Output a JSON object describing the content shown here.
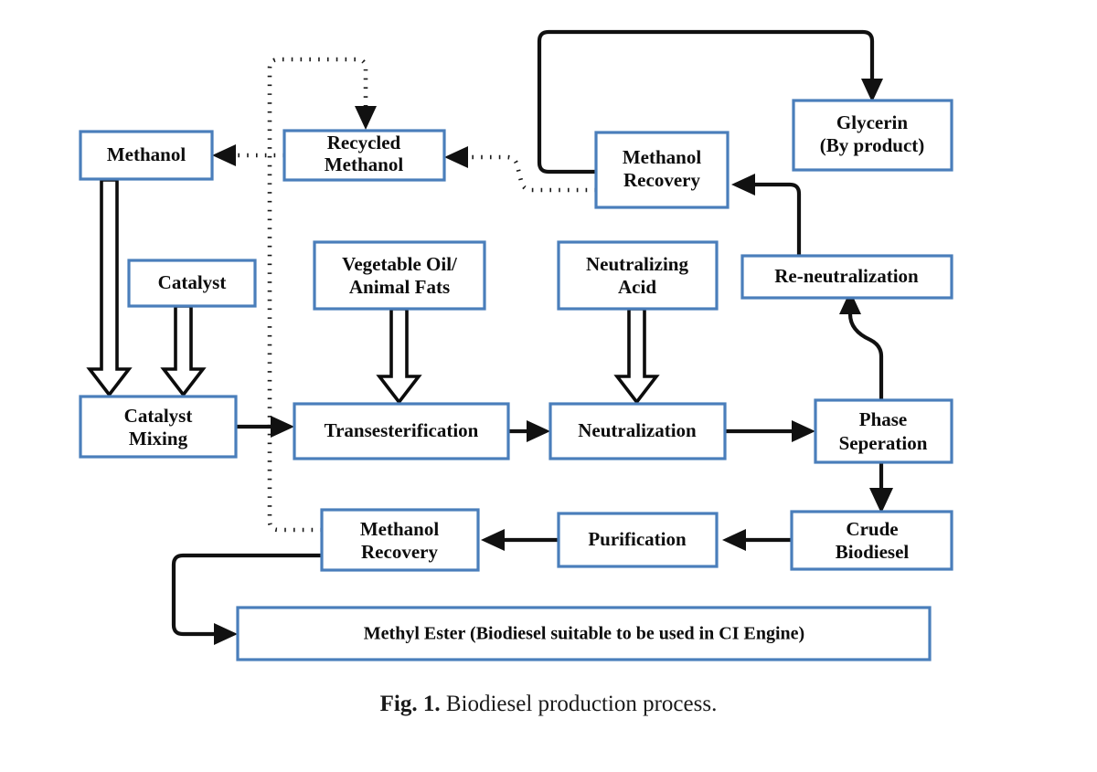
{
  "figure": {
    "caption_prefix": "Fig. 1.",
    "caption_text": "Biodiesel production process.",
    "colors": {
      "box_border": "#4a7ebb",
      "box_fill": "#ffffff",
      "connector": "#111111",
      "text": "#0d0d0d",
      "background": "#ffffff"
    }
  },
  "nodes": {
    "methanol": {
      "label": "Methanol"
    },
    "recycled_methanol": {
      "line1": "Recycled",
      "line2": "Methanol"
    },
    "methanol_recovery_top": {
      "line1": "Methanol",
      "line2": "Recovery"
    },
    "glycerin": {
      "line1": "Glycerin",
      "line2": "(By product)"
    },
    "catalyst": {
      "label": "Catalyst"
    },
    "vegetable_oil": {
      "line1": "Vegetable Oil/",
      "line2": "Animal Fats"
    },
    "neutralizing_acid": {
      "line1": "Neutralizing",
      "line2": "Acid"
    },
    "re_neutralization": {
      "label": "Re-neutralization"
    },
    "catalyst_mixing": {
      "line1": "Catalyst",
      "line2": "Mixing"
    },
    "transesterification": {
      "label": "Transesterification"
    },
    "neutralization": {
      "label": "Neutralization"
    },
    "phase_separation": {
      "line1": "Phase",
      "line2": "Seperation"
    },
    "methanol_recovery_bottom": {
      "line1": "Methanol",
      "line2": "Recovery"
    },
    "purification": {
      "label": "Purification"
    },
    "crude_biodiesel": {
      "line1": "Crude",
      "line2": "Biodiesel"
    },
    "methyl_ester": {
      "label": "Methyl Ester (Biodiesel suitable to be used in CI Engine)"
    }
  },
  "edges": [
    {
      "id": "methanol-to-catalyst-mixing",
      "from": "methanol",
      "to": "catalyst_mixing",
      "style": "block-arrow"
    },
    {
      "id": "catalyst-to-catalyst-mixing",
      "from": "catalyst",
      "to": "catalyst_mixing",
      "style": "block-arrow"
    },
    {
      "id": "vegetable-oil-to-transesterification",
      "from": "vegetable_oil",
      "to": "transesterification",
      "style": "block-arrow"
    },
    {
      "id": "neutralizing-acid-to-neutralization",
      "from": "neutralizing_acid",
      "to": "neutralization",
      "style": "block-arrow"
    },
    {
      "id": "catalyst-mixing-to-transesterification",
      "from": "catalyst_mixing",
      "to": "transesterification",
      "style": "solid-arrow"
    },
    {
      "id": "transesterification-to-neutralization",
      "from": "transesterification",
      "to": "neutralization",
      "style": "solid-arrow"
    },
    {
      "id": "neutralization-to-phase-separation",
      "from": "neutralization",
      "to": "phase_separation",
      "style": "solid-arrow"
    },
    {
      "id": "phase-separation-to-crude-biodiesel",
      "from": "phase_separation",
      "to": "crude_biodiesel",
      "style": "solid-arrow"
    },
    {
      "id": "phase-separation-to-re-neutralization",
      "from": "phase_separation",
      "to": "re_neutralization",
      "style": "solid-arrow"
    },
    {
      "id": "re-neutralization-to-methanol-recovery-top",
      "from": "re_neutralization",
      "to": "methanol_recovery_top",
      "style": "solid-arrow"
    },
    {
      "id": "methanol-recovery-top-to-glycerin",
      "from": "methanol_recovery_top",
      "to": "glycerin",
      "style": "solid-arrow"
    },
    {
      "id": "methanol-recovery-top-to-recycled-methanol",
      "from": "methanol_recovery_top",
      "to": "recycled_methanol",
      "style": "dotted-arrow"
    },
    {
      "id": "crude-biodiesel-to-purification",
      "from": "crude_biodiesel",
      "to": "purification",
      "style": "solid-arrow"
    },
    {
      "id": "purification-to-methanol-recovery-bottom",
      "from": "purification",
      "to": "methanol_recovery_bottom",
      "style": "solid-arrow"
    },
    {
      "id": "methanol-recovery-bottom-to-recycled-methanol",
      "from": "methanol_recovery_bottom",
      "to": "recycled_methanol",
      "style": "dotted-arrow"
    },
    {
      "id": "methanol-recovery-bottom-to-methyl-ester",
      "from": "methanol_recovery_bottom",
      "to": "methyl_ester",
      "style": "solid-arrow"
    },
    {
      "id": "recycled-methanol-to-methanol",
      "from": "recycled_methanol",
      "to": "methanol",
      "style": "dotted-arrow"
    }
  ]
}
